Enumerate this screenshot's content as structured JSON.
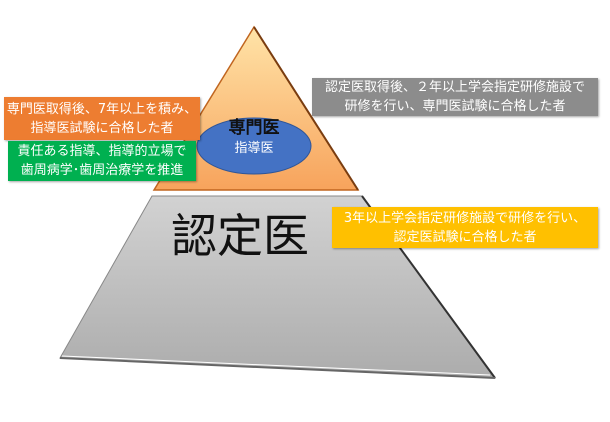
{
  "pyramid": {
    "top_label": "専門医",
    "inner_label": "指導医",
    "bottom_label": "認定医"
  },
  "callouts": {
    "orange": {
      "lines": [
        "専門医取得後、7年以上を積み、",
        "指導医試験に合格した者"
      ]
    },
    "green": {
      "lines": [
        "責任ある指導、指導的立場で",
        "歯周病学･歯周治療学を推進"
      ]
    },
    "gray": {
      "lines": [
        "認定医取得後、２年以上学会指定研修施設で",
        "研修を行い、専門医試験に合格した者"
      ]
    },
    "yellow": {
      "lines": [
        "3年以上学会指定研修施設で研修を行い、",
        "認定医試験に合格した者"
      ]
    }
  },
  "colors": {
    "orange": "#ED7D31",
    "green": "#00B050",
    "gray": "#8C8C8C",
    "yellow": "#FFC000",
    "blue": "#4472C4"
  }
}
